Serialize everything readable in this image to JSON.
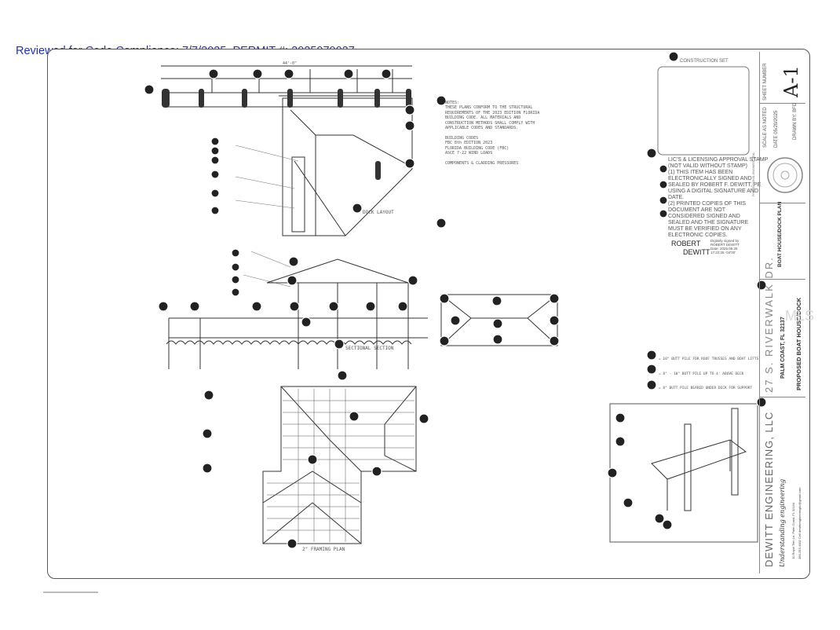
{
  "review_stamp": "Reviewed for Code Compliance: 7/7/2025,  PERMIT #: 2025070027",
  "title_block": {
    "sheet_number": "A-1",
    "sheet_number_label": "SHEET NUMBER",
    "scale_label": "SCALE AS NOTED",
    "date_label": "DATE 05/20/2025",
    "drawn_label": "DRAWN BY: BFD",
    "sheet_title": "BOAT HOUSE/DOCK PLAN",
    "project_address": "27 S. RIVERWALK DR.",
    "project_city": "PALM COAST, FL 32137",
    "project_name": "PROPOSED BOAT HOUSE/DOCK",
    "firm_name": "DEWITT ENGINEERING, LLC",
    "firm_tagline": "Understanding engineering",
    "firm_address": "10 Royal Tern Ln, Palm Coast, FL 32164",
    "firm_contact": "386-283-4482 Cell   dewittengineeringllc@gmail.com",
    "pe_seal_label": "PROFESSIONAL ENGINEER SEAL"
  },
  "construction_set_label": "CONSTRUCTION SET",
  "license_note": "LIC'S & LICENSING APPROVAL STAMP\n(NOT VALID WITHOUT STAMP)\n(1) THIS ITEM HAS BEEN\nELECTRONICALLY SIGNED AND\nSEALED BY ROBERT F. DEWITT, PE\nUSING A DIGITAL SIGNATURE AND\nDATE.\n(2) PRINTED COPIES OF THIS\nDOCUMENT ARE NOT\nCONSIDERED SIGNED AND\nSEALED AND THE SIGNATURE\nMUST BE VERIFIED ON ANY\nELECTRONIC COPIES.",
  "signature": {
    "name_line1": "ROBERT",
    "name_line2": "DEWITT",
    "digital_note": "Digitally signed by\nROBERT DEWITT\nDate: 2025.05.28\n17:22:26 -04'00'"
  },
  "pile_legend": [
    "= 10\" BUTT PILE FOR ROOF TRUSSES AND BOAT LIFTS",
    "= 8\" - 10\" BUTT PILE UP TO 4' ABOVE DECK",
    "= 8\" BUTT PILE BEARED UNDER DECK FOR SUPPORT"
  ],
  "drawing_labels": {
    "dock_layout": "DOCK LAYOUT",
    "sectional_section": "SECTIONAL SECTION",
    "framing_plan": "2\" FRAMING PLAN",
    "overall_width": "44'-0\""
  },
  "watermark": "MLS"
}
